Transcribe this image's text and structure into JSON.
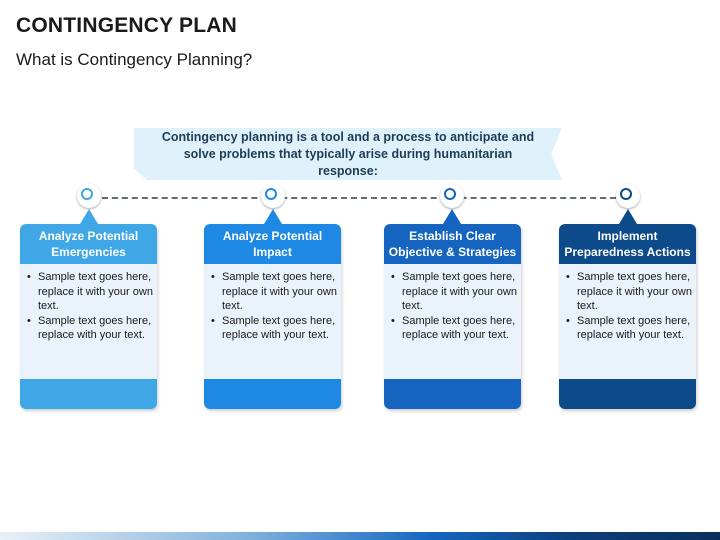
{
  "title": "CONTINGENCY PLAN",
  "subtitle": "What is Contingency Planning?",
  "banner": "Contingency planning is a tool and a process to anticipate and solve problems that typically arise during humanitarian response:",
  "colors": {
    "step1": "#3fa7e6",
    "step2": "#1e88e5",
    "step3": "#1565c0",
    "step4": "#0d4a8a",
    "banner_bg": "#dff2fc",
    "card_body": "#eaf3fb"
  },
  "steps": [
    {
      "title": "Analyze Potential Emergencies",
      "bullets": [
        "Sample text goes here, replace it with your own text.",
        "Sample text goes here, replace with your text."
      ]
    },
    {
      "title": "Analyze Potential Impact",
      "bullets": [
        "Sample text goes here, replace it with your own text.",
        "Sample text goes here, replace with your text."
      ]
    },
    {
      "title": "Establish Clear Objective & Strategies",
      "bullets": [
        "Sample text goes here, replace it with your own text.",
        "Sample text goes here, replace with your text."
      ]
    },
    {
      "title": "Implement Preparedness Actions",
      "bullets": [
        "Sample text goes here, replace it with your own text.",
        "Sample text goes here, replace with your text."
      ]
    }
  ]
}
